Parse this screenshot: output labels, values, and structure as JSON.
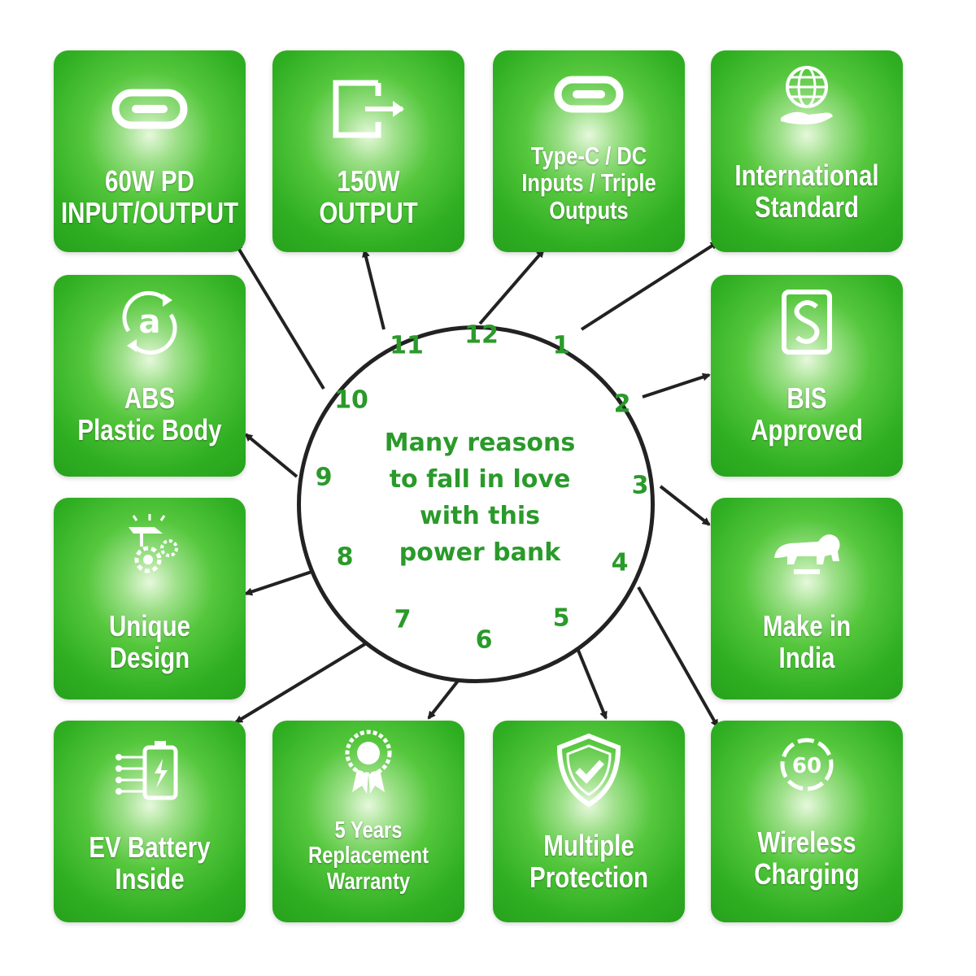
{
  "hub": {
    "lines": [
      "Many reasons",
      "to fall in love",
      "with this",
      "power bank"
    ],
    "clock_numbers": [
      "12",
      "1",
      "2",
      "3",
      "4",
      "5",
      "6",
      "7",
      "8",
      "9",
      "10",
      "11"
    ]
  },
  "features": [
    {
      "id": "60w-pd",
      "icon": "usb-c-port-icon",
      "label": "60W PD\nINPUT/OUTPUT"
    },
    {
      "id": "150w",
      "icon": "output-arrow-icon",
      "label": "150W\nOUTPUT"
    },
    {
      "id": "type-c-dc",
      "icon": "usb-c-port-icon",
      "label": "Type-C / DC\nInputs / Triple\nOutputs"
    },
    {
      "id": "international",
      "icon": "globe-hand-icon",
      "label": "International\nStandard"
    },
    {
      "id": "abs",
      "icon": "abs-recycle-icon",
      "label": "ABS\nPlastic Body"
    },
    {
      "id": "bis",
      "icon": "bis-mark-icon",
      "label": "BIS\nApproved"
    },
    {
      "id": "unique-design",
      "icon": "gears-design-icon",
      "label": "Unique\nDesign"
    },
    {
      "id": "make-in-india",
      "icon": "lion-icon",
      "label": "Make in\nIndia"
    },
    {
      "id": "ev-battery",
      "icon": "battery-circuit-icon",
      "label": "EV Battery\nInside"
    },
    {
      "id": "warranty",
      "icon": "award-badge-icon",
      "label": "5 Years\nReplacement\nWarranty"
    },
    {
      "id": "protection",
      "icon": "shield-check-icon",
      "label": "Multiple\nProtection"
    },
    {
      "id": "wireless",
      "icon": "wireless-60-icon",
      "label": "Wireless\nCharging"
    }
  ]
}
